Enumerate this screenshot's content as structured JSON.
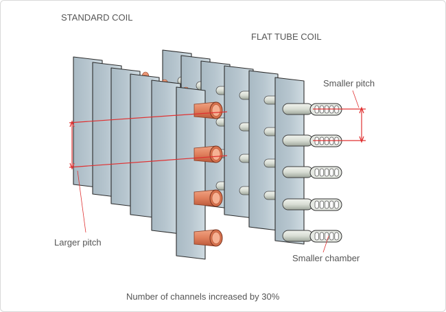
{
  "labels": {
    "standard_coil": "STANDARD COIL",
    "flat_tube_coil": "FLAT TUBE COIL",
    "smaller_pitch": "Smaller pitch",
    "larger_pitch": "Larger pitch",
    "smaller_chamber": "Smaller chamber",
    "caption": "Number of channels increased by 30%"
  },
  "colors": {
    "fin": "#b7c6cf",
    "fin_edge": "#2b2b2b",
    "copper_tube": "#e07f5c",
    "flat_tube": "#d8ddd4",
    "annotation": "#e03030",
    "text": "#555555"
  }
}
